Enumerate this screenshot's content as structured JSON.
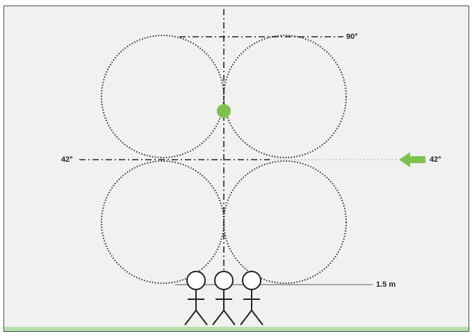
{
  "labels": {
    "top_angle": "90°",
    "left_angle": "42°",
    "right_angle": "42°",
    "height": "1.5 m"
  },
  "colors": {
    "background": "#f1f1ef",
    "line": "#222222",
    "sun_marker": "#7dc24f",
    "arrow": "#7dc24f",
    "ground": "#b4e0a8",
    "guide": "#bdbdbd"
  },
  "figures": {
    "count": 3
  }
}
